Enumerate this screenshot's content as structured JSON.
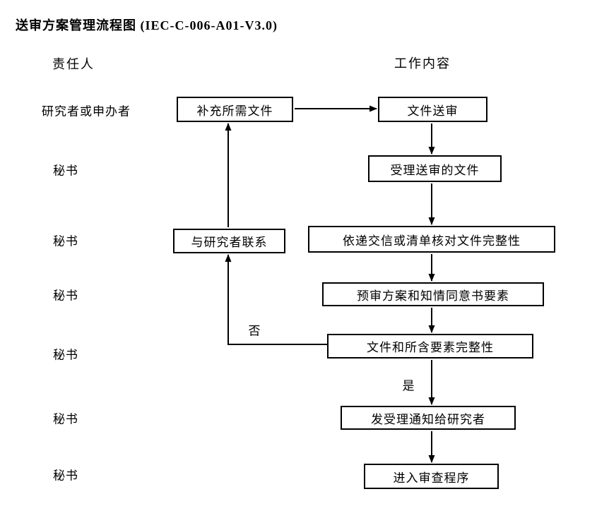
{
  "title": "送审方案管理流程图 (IEC-C-006-A01-V3.0)",
  "columns": {
    "responsible": "责任人",
    "work": "工作内容"
  },
  "roles": [
    "研究者或申办者",
    "秘书",
    "秘书",
    "秘书",
    "秘书",
    "秘书",
    "秘书"
  ],
  "nodes": {
    "supplement": "补充所需文件",
    "submit": "文件送审",
    "accept": "受理送审的文件",
    "check": "依递交信或清单核对文件完整性",
    "pre_review": "预审方案和知情同意书要素",
    "completeness": "文件和所含要素完整性",
    "contact": "与研究者联系",
    "notice": "发受理通知给研究者",
    "enter_review": "进入审查程序"
  },
  "branch_labels": {
    "no": "否",
    "yes": "是"
  },
  "colors": {
    "line": "#000000",
    "text": "#000000",
    "background": "#ffffff"
  }
}
